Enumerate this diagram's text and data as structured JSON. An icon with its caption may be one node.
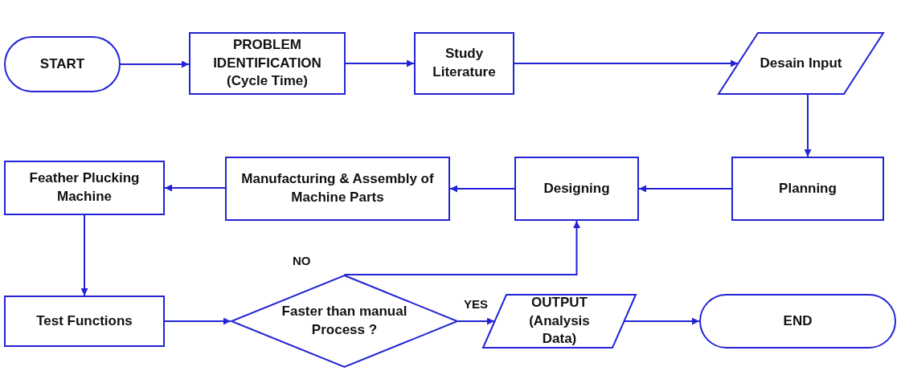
{
  "diagram": {
    "nodes": [
      {
        "text": [
          "START"
        ]
      },
      {
        "text": [
          "PROBLEM IDENTIFICATION (Cycle Time)"
        ]
      },
      {
        "text": [
          "Study Literature"
        ]
      },
      {
        "text": [
          "Desain Input"
        ]
      },
      {
        "text": [
          "Planning"
        ]
      },
      {
        "text": [
          "Designing"
        ]
      },
      {
        "text": [
          "Manufacturing & Assembly of Machine Parts"
        ]
      },
      {
        "text": [
          "Feather Plucking Machine"
        ]
      },
      {
        "text": [
          "Test Functions"
        ]
      },
      {
        "text": [
          "Faster than manual Process ?"
        ]
      },
      {
        "text": [
          "OUTPUT (Analysis Data)"
        ]
      },
      {
        "text": [
          "END"
        ]
      }
    ],
    "edges": [
      {
        "from": 0,
        "to": 1,
        "arrow": "to"
      },
      {
        "from": 1,
        "to": 2,
        "arrow": "to"
      },
      {
        "from": 2,
        "to": 3,
        "arrow": "to"
      },
      {
        "from": 3,
        "to": 4,
        "arrow": "to"
      },
      {
        "from": 4,
        "to": 5,
        "arrow": "to"
      },
      {
        "from": 5,
        "to": 6,
        "arrow": "to"
      },
      {
        "from": 6,
        "to": 7,
        "arrow": "to"
      },
      {
        "from": 7,
        "to": 8,
        "arrow": "to"
      },
      {
        "from": 8,
        "to": 9,
        "arrow": "to"
      },
      {
        "from": 9,
        "to": 10,
        "arrow": "to",
        "label": "YES"
      },
      {
        "from": 10,
        "to": 11,
        "arrow": "to"
      },
      {
        "from": 9,
        "to": 5,
        "arrow": "to",
        "label": "NO"
      }
    ]
  }
}
